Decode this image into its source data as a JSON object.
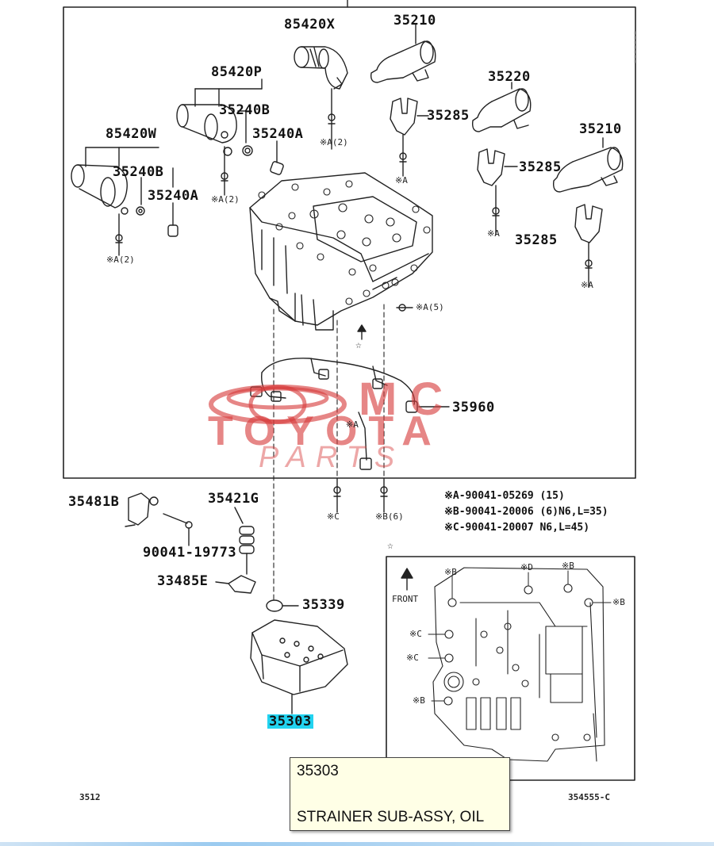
{
  "diagram": {
    "part_labels": {
      "p85420x": "85420X",
      "p35210_top": "35210",
      "p85420p": "85420P",
      "p35240b_top": "35240B",
      "p35240a_top": "35240A",
      "p85420w": "85420W",
      "p35240b_left": "35240B",
      "p35240a_left": "35240A",
      "p35220": "35220",
      "p35285_a": "35285",
      "p35210_right": "35210",
      "p35285_b": "35285",
      "p35285_c": "35285",
      "p35960": "35960",
      "p35481b": "35481B",
      "p35421g": "35421G",
      "p90041_19773": "90041-19773",
      "p33485e": "33485E",
      "p35339": "35339",
      "p35303": "35303"
    },
    "bolt_refs": {
      "r_a2_top": "※A(2)",
      "r_a_285": "※A",
      "r_a2_mid": "※A(2)",
      "r_a2_left": "※A(2)",
      "r_a_right1": "※A",
      "r_a_right2": "※A",
      "r_a5": "※A(5)",
      "r_a_bottom": "※A",
      "r_c": "※C",
      "r_b6": "※B(6)"
    },
    "bolt_notes": [
      "※A-90041-05269 (15)",
      "※B-90041-20006 (6)N6,L=35)",
      "※C-90041-20007    N6,L=45)"
    ],
    "detail_view": {
      "front_label": "FRONT",
      "refs": {
        "b1": "※B",
        "d": "※D",
        "b2": "※B",
        "b3": "※B",
        "c1": "※C",
        "c2": "※C",
        "b4": "※B"
      }
    },
    "star": "☆",
    "footer_left": "3512",
    "footer_right": "354555-C"
  },
  "watermark": {
    "line1": "MC",
    "line2": "TOYOTA",
    "line3": "PARTS"
  },
  "tooltip": {
    "part_number": "35303",
    "description": "STRAINER SUB-ASSY, OIL"
  }
}
